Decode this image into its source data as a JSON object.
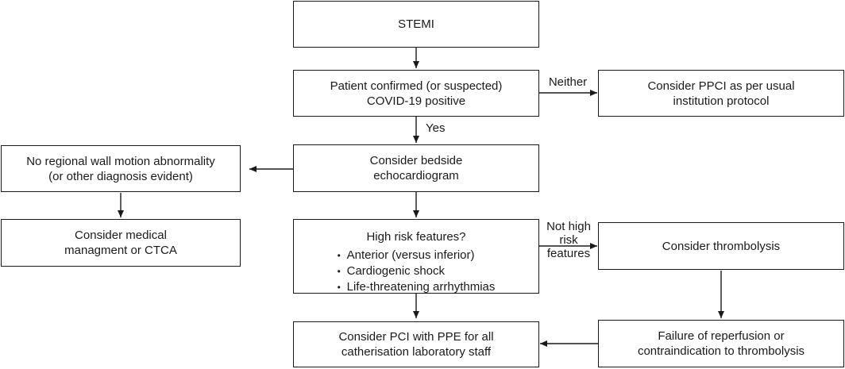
{
  "nodes": {
    "stemi": {
      "lines": [
        "STEMI"
      ]
    },
    "covid": {
      "lines": [
        "Patient confirmed (or suspected)",
        "COVID-19 positive"
      ]
    },
    "ppci": {
      "lines": [
        "Consider PPCI as per usual",
        "institution protocol"
      ]
    },
    "echo": {
      "lines": [
        "Consider bedside",
        "echocardiogram"
      ]
    },
    "no_rwma": {
      "lines": [
        "No regional wall motion abnormality",
        "(or other diagnosis evident)"
      ]
    },
    "medical": {
      "lines": [
        "Consider medical",
        "managment or CTCA"
      ]
    },
    "high_risk": {
      "title": "High risk features?",
      "items": [
        "Anterior (versus inferior)",
        "Cardiogenic shock",
        "Life-threatening arrhythmias"
      ]
    },
    "thrombolysis": {
      "lines": [
        "Consider thrombolysis"
      ]
    },
    "failure": {
      "lines": [
        "Failure of reperfusion or",
        "contraindication to thrombolysis"
      ]
    },
    "pci": {
      "lines": [
        "Consider PCI with PPE for all",
        "catherisation laboratory staff"
      ]
    }
  },
  "edge_labels": {
    "neither": "Neither",
    "yes": "Yes",
    "not_high_risk": [
      "Not high",
      "risk",
      "features"
    ]
  }
}
